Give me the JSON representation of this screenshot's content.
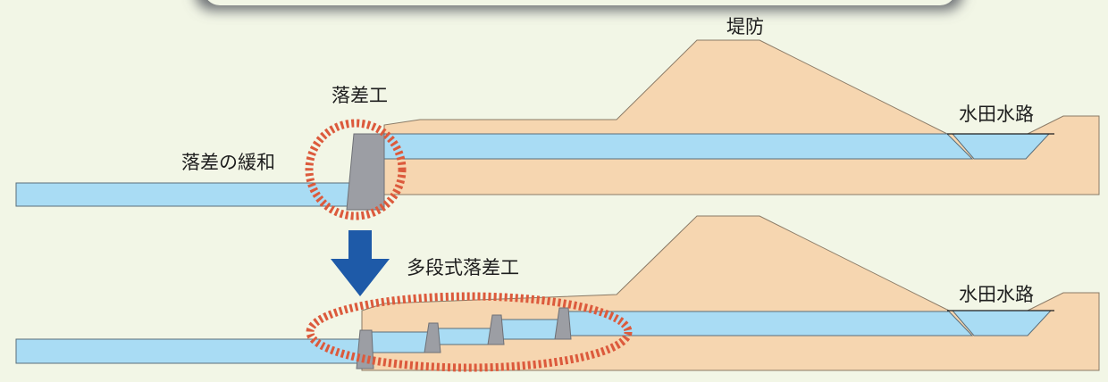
{
  "labels": {
    "embankment": "堤防",
    "drop_structure": "落差工",
    "drop_mitigation": "落差の緩和",
    "paddy_channel_top": "水田水路",
    "multistage_drop": "多段式落差工",
    "paddy_channel_bottom": "水田水路"
  },
  "colors": {
    "background": "#f2f6e6",
    "earth": "#f6d6b0",
    "earth_outline": "#8a7a66",
    "water": "#a9dcf4",
    "water_outline": "#5a6e7a",
    "concrete": "#9c9ea4",
    "highlight_ring": "#dc5a3c",
    "arrow": "#1e5aa8",
    "banner_shadow": "#6f7377"
  }
}
